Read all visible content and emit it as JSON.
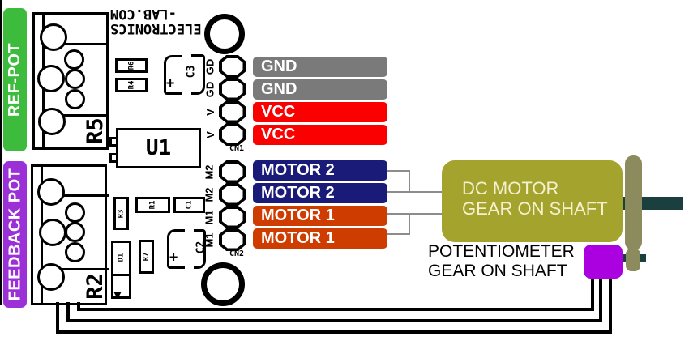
{
  "side_labels": {
    "ref_pot": "REF-POT",
    "feedback_pot": "FEEDBACK POT"
  },
  "brand": {
    "line1": "ELECTRONICS",
    "line2": "-LAB.COM"
  },
  "pcb": {
    "refs": {
      "r5": "R5",
      "r2": "R2",
      "u1": "U1",
      "r6": "R6",
      "r4": "R4",
      "c3": "C3",
      "r3": "R3",
      "r1": "R1",
      "c1": "C1",
      "r7": "R7",
      "d1": "D1",
      "c2": "C2"
    },
    "cap_plus": "+",
    "headers": [
      {
        "name": "CN1",
        "pins": [
          "GD",
          "GD",
          "V",
          "V"
        ]
      },
      {
        "name": "CN2",
        "pins": [
          "M2",
          "M2",
          "M1",
          "M1"
        ]
      }
    ]
  },
  "signal_labels": [
    {
      "text": "GND",
      "color": "#7a7a7a"
    },
    {
      "text": "GND",
      "color": "#7a7a7a"
    },
    {
      "text": "VCC",
      "color": "#fa0000"
    },
    {
      "text": "VCC",
      "color": "#fa0000"
    },
    {
      "text": "MOTOR 2",
      "color": "#1a1a78"
    },
    {
      "text": "MOTOR 2",
      "color": "#1a1a78"
    },
    {
      "text": "MOTOR 1",
      "color": "#cf3c00"
    },
    {
      "text": "MOTOR 1",
      "color": "#cf3c00"
    }
  ],
  "motor": {
    "line1": "DC MOTOR",
    "line2": "GEAR ON SHAFT"
  },
  "pot_caption": {
    "line1": "POTENTIOMETER",
    "line2": "GEAR ON SHAFT"
  },
  "colors": {
    "ref_pot_green": "#3cbb3c",
    "feedback_pot_purple": "#9b30d6",
    "motor_body": "#a3a32e",
    "gear": "#8b8b5e",
    "shaft": "#1b3f3f",
    "pot_body": "#ab00e0",
    "wire": "#000000",
    "connector_line": "#8c8c8c"
  }
}
